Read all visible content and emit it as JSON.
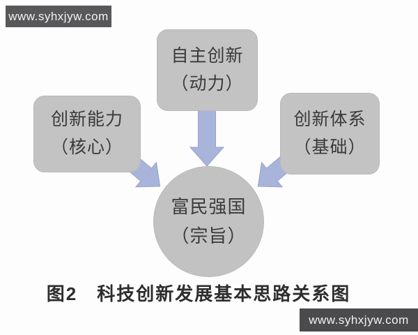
{
  "watermarks": {
    "top_left": "www.syhxjyw.com",
    "bottom_right": "www.syhxjyw.com"
  },
  "diagram": {
    "nodes": {
      "top": {
        "line1": "自主创新",
        "line2": "（动力）"
      },
      "left": {
        "line1": "创新能力",
        "line2": "（核心）"
      },
      "right": {
        "line1": "创新体系",
        "line2": "（基础）"
      },
      "center": {
        "line1": "富民强国",
        "line2": "（宗旨）"
      }
    },
    "arrows": [
      {
        "from": "top",
        "to": "center",
        "direction": "down"
      },
      {
        "from": "left",
        "to": "center",
        "direction": "down-right"
      },
      {
        "from": "right",
        "to": "center",
        "direction": "down-left"
      }
    ],
    "colors": {
      "node_fill": "#c3c3c4",
      "circle_fill": "#c2c2c3",
      "arrow_fill": "#a9b4da",
      "watermark_bar_top": "#58585a",
      "watermark_bar_bottom": "#4b4b4d",
      "text": "#3a3a3a"
    }
  },
  "caption": "图2　科技创新发展基本思路关系图"
}
